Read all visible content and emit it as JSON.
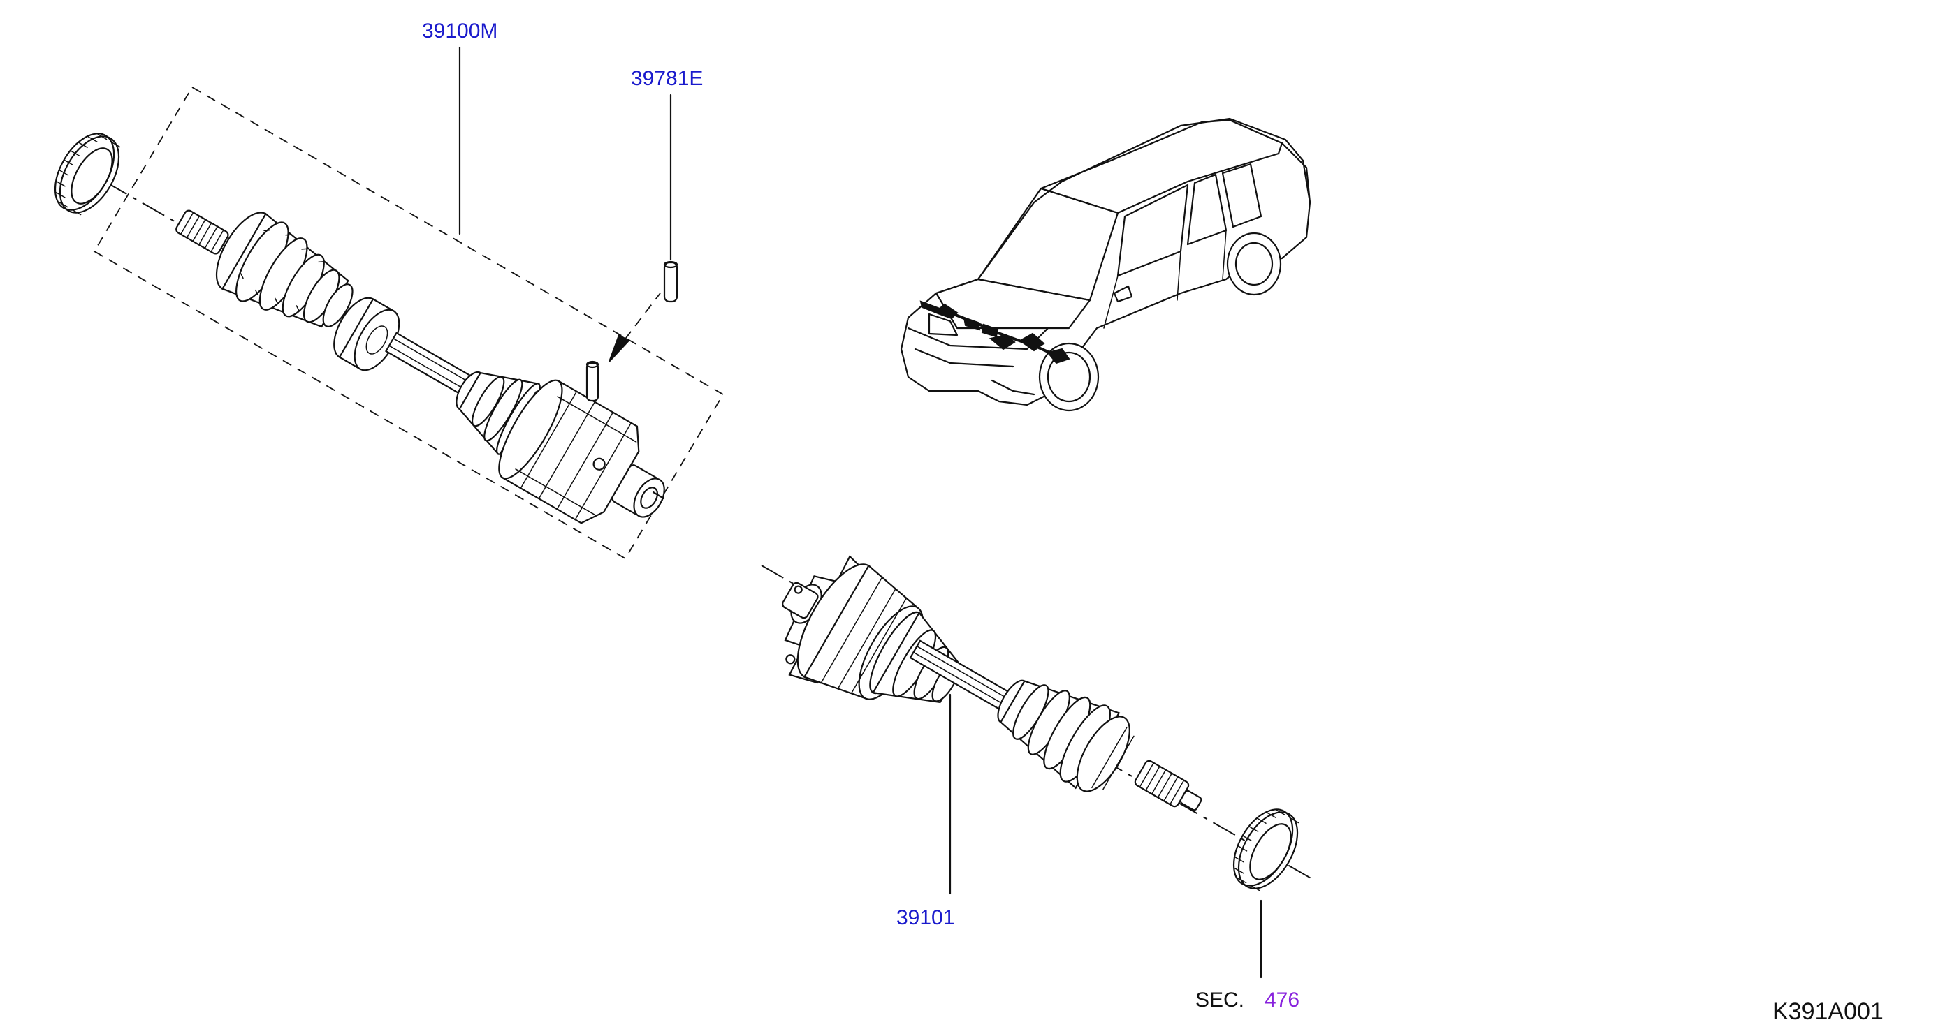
{
  "diagram": {
    "callouts": {
      "drive_shaft_assembly": "39100M",
      "pin": "39781E",
      "drive_shaft_rh": "39101",
      "section_prefix": "SEC.",
      "section_number": "476"
    },
    "drawing_code": "K391A001"
  },
  "colors": {
    "part_number_text": "#1a1acc",
    "section_link_text": "#8822dd",
    "line_art": "#111111"
  },
  "icons": [
    "drive-shaft-lh-illustration",
    "drive-shaft-rh-illustration",
    "abs-sensor-ring-icon",
    "pin-icon",
    "vehicle-sedan-icon"
  ]
}
